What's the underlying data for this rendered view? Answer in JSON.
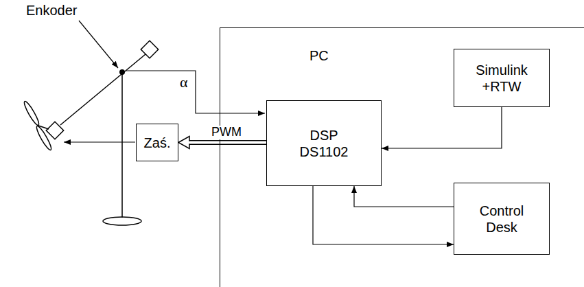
{
  "diagram": {
    "nodes": [
      {
        "text": [
          "PC"
        ]
      },
      {
        "text": [
          "Zaś."
        ]
      },
      {
        "text": [
          "DSP DS1102"
        ],
        "in": 0
      },
      {
        "text": [
          "Simulink +RTW"
        ],
        "in": 0
      },
      {
        "text": [
          "Control Desk"
        ],
        "in": 0
      }
    ],
    "edges": [
      {
        "from": 3,
        "to": 2,
        "arrow": "to"
      },
      {
        "from": 2,
        "to": 4,
        "arrow": "to"
      },
      {
        "from": 4,
        "to": 2,
        "arrow": "to"
      },
      {
        "from": 2,
        "to": 1,
        "label": "PWM",
        "arrow": "to"
      }
    ],
    "labels": [
      "Enkoder",
      "α"
    ]
  }
}
